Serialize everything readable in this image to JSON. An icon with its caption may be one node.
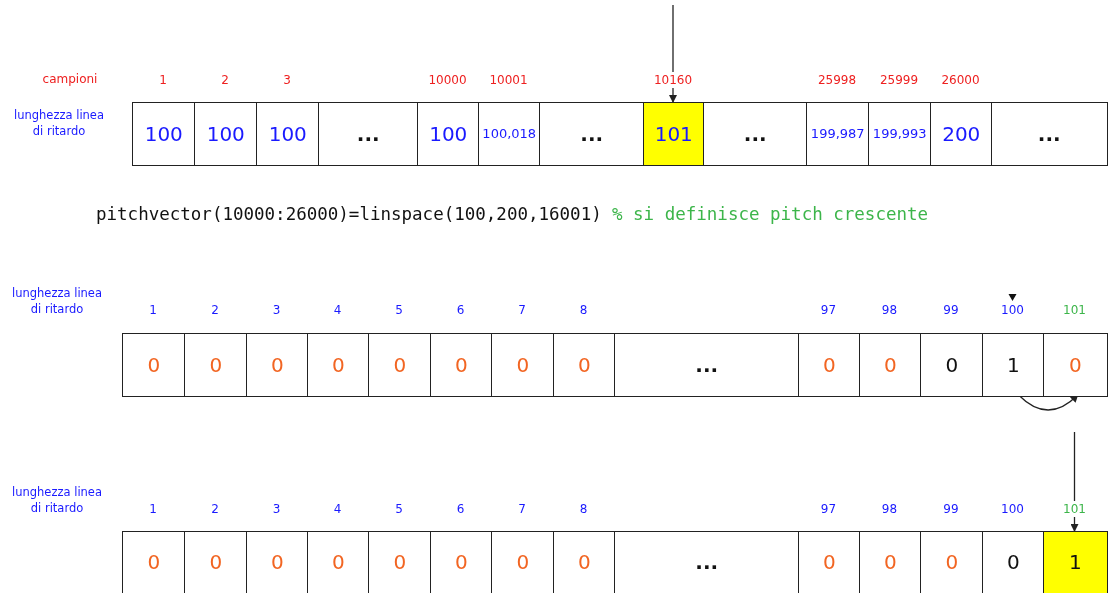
{
  "diagram": {
    "nodes": [
      {
        "text": [
          "100"
        ]
      },
      {
        "text": [
          "100"
        ]
      },
      {
        "text": [
          "100"
        ]
      },
      {
        "text": [
          "..."
        ]
      },
      {
        "text": [
          "100"
        ]
      },
      {
        "text": [
          "100,018"
        ]
      },
      {
        "text": [
          "..."
        ]
      },
      {
        "text": [
          "101"
        ]
      },
      {
        "text": [
          "..."
        ]
      },
      {
        "text": [
          "199,987"
        ]
      },
      {
        "text": [
          "199,993"
        ]
      },
      {
        "text": [
          "200"
        ]
      },
      {
        "text": [
          "..."
        ]
      },
      {
        "text": [
          "0"
        ]
      },
      {
        "text": [
          "0"
        ]
      },
      {
        "text": [
          "0"
        ]
      },
      {
        "text": [
          "0"
        ]
      },
      {
        "text": [
          "0"
        ]
      },
      {
        "text": [
          "0"
        ]
      },
      {
        "text": [
          "0"
        ]
      },
      {
        "text": [
          "0"
        ]
      },
      {
        "text": [
          "..."
        ]
      },
      {
        "text": [
          "0"
        ]
      },
      {
        "text": [
          "0"
        ]
      },
      {
        "text": [
          "0"
        ]
      },
      {
        "text": [
          "1"
        ]
      },
      {
        "text": [
          "0"
        ]
      },
      {
        "text": [
          "0"
        ]
      },
      {
        "text": [
          "0"
        ]
      },
      {
        "text": [
          "0"
        ]
      },
      {
        "text": [
          "0"
        ]
      },
      {
        "text": [
          "0"
        ]
      },
      {
        "text": [
          "0"
        ]
      },
      {
        "text": [
          "0"
        ]
      },
      {
        "text": [
          "0"
        ]
      },
      {
        "text": [
          "..."
        ]
      },
      {
        "text": [
          "0"
        ]
      },
      {
        "text": [
          "0"
        ]
      },
      {
        "text": [
          "0"
        ]
      },
      {
        "text": [
          "0"
        ]
      },
      {
        "text": [
          "1"
        ]
      }
    ],
    "edges": [
      {
        "from": null,
        "to": 7,
        "arrow": "to"
      },
      {
        "from": 25,
        "to": 26,
        "arrow": "to"
      },
      {
        "from": null,
        "to": 40,
        "arrow": "to"
      }
    ],
    "labels": [
      "campioni",
      "1",
      "2",
      "3",
      "10000",
      "10001",
      "10160",
      "25998",
      "25999",
      "26000",
      "lunghezza linea di ritardo",
      "pitchvector(10000:26000)=linspace(100,200,16001)",
      "% si definisce pitch crescente",
      "lunghezza linea di ritardo",
      "1",
      "2",
      "3",
      "4",
      "5",
      "6",
      "7",
      "8",
      "97",
      "98",
      "99",
      "100",
      "101",
      "lunghezza linea di ritardo",
      "1",
      "2",
      "3",
      "4",
      "5",
      "6",
      "7",
      "8",
      "97",
      "98",
      "99",
      "100",
      "101"
    ]
  }
}
